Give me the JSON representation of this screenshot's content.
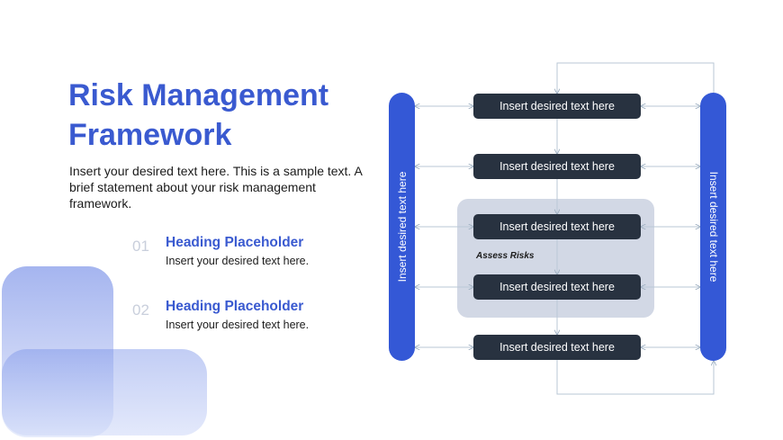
{
  "title": "Risk Management\nFramework",
  "intro": "Insert your desired text here. This is a sample text. A brief statement about your risk management framework.",
  "headings": [
    {
      "number": "01",
      "title": "Heading Placeholder",
      "text": "Insert your desired text here."
    },
    {
      "number": "02",
      "title": "Heading Placeholder",
      "text": "Insert your desired text here."
    }
  ],
  "diagram": {
    "left_pillar": "Insert desired text here",
    "right_pillar": "Insert desired text here",
    "steps": [
      "Insert desired text here",
      "Insert desired text here",
      "Insert desired text here",
      "Insert desired text here",
      "Insert desired text here"
    ],
    "group_label": "Assess Risks"
  },
  "colors": {
    "accent": "#3a5ad0",
    "pillar": "#3458d6",
    "step_box": "#283240",
    "group_box": "#d2d8e5",
    "connector": "#b9c7d6"
  }
}
